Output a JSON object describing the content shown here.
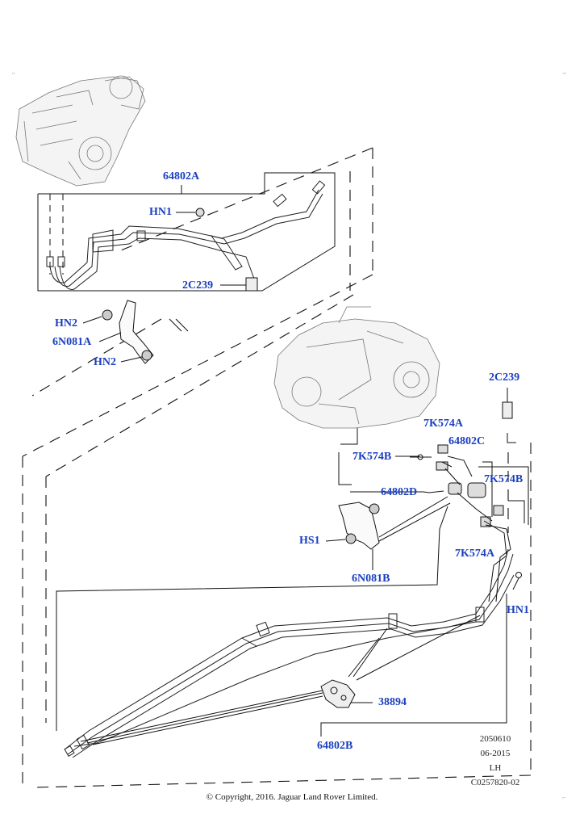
{
  "callouts": {
    "c_64802A": "64802A",
    "c_HN1_top": "HN1",
    "c_2C239_top": "2C239",
    "c_HN2_a": "HN2",
    "c_6N081A": "6N081A",
    "c_HN2_b": "HN2",
    "c_2C239_right": "2C239",
    "c_7K574A_top": "7K574A",
    "c_64802C": "64802C",
    "c_7K574B_left": "7K574B",
    "c_7K574B_right": "7K574B",
    "c_64802D": "64802D",
    "c_HS1": "HS1",
    "c_7K574A_mid": "7K574A",
    "c_6N081B": "6N081B",
    "c_HN1_right": "HN1",
    "c_38894": "38894",
    "c_64802B": "64802B"
  },
  "meta": {
    "ref": "2050610",
    "date": "06-2015",
    "side": "LH",
    "code": "C0257820-02"
  },
  "copyright": "© Copyright, 2016. Jaguar Land Rover Limited.",
  "colors": {
    "callout": "#1a3fbf",
    "line": "#111111",
    "component": "#888888"
  }
}
